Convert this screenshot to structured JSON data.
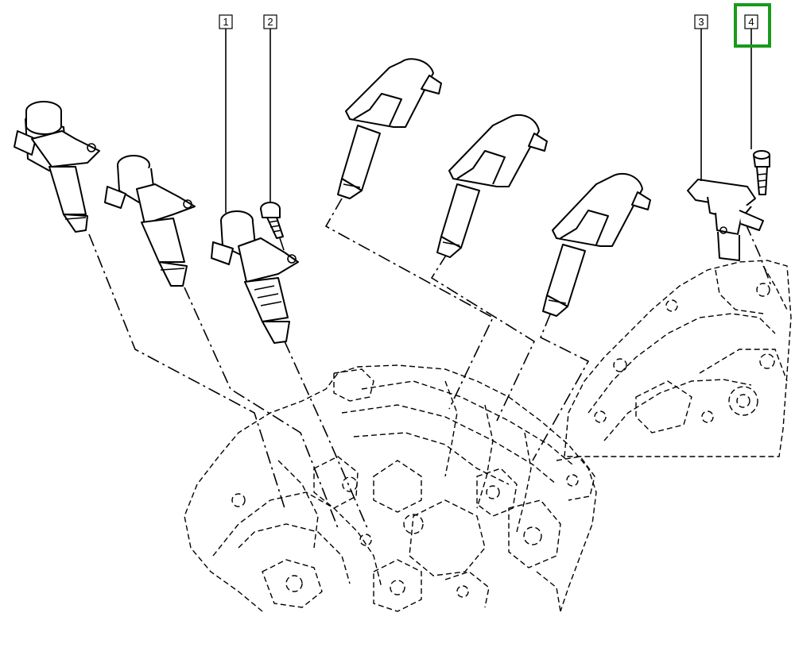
{
  "callouts": [
    {
      "id": "callout-1",
      "label": "1",
      "highlighted": false
    },
    {
      "id": "callout-2",
      "label": "2",
      "highlighted": false
    },
    {
      "id": "callout-3",
      "label": "3",
      "highlighted": false
    },
    {
      "id": "callout-4",
      "label": "4",
      "highlighted": true
    }
  ],
  "highlight_color": "#1a9a1a"
}
